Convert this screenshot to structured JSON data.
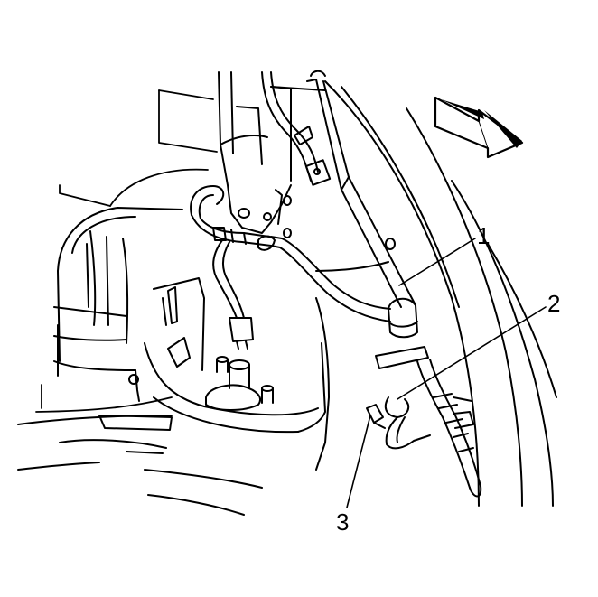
{
  "callouts": {
    "c1": "1",
    "c2": "2",
    "c3": "3"
  },
  "colors": {
    "line": "#000000",
    "background": "#ffffff"
  },
  "icons": {
    "direction_arrow": "front-direction-arrow-icon"
  }
}
